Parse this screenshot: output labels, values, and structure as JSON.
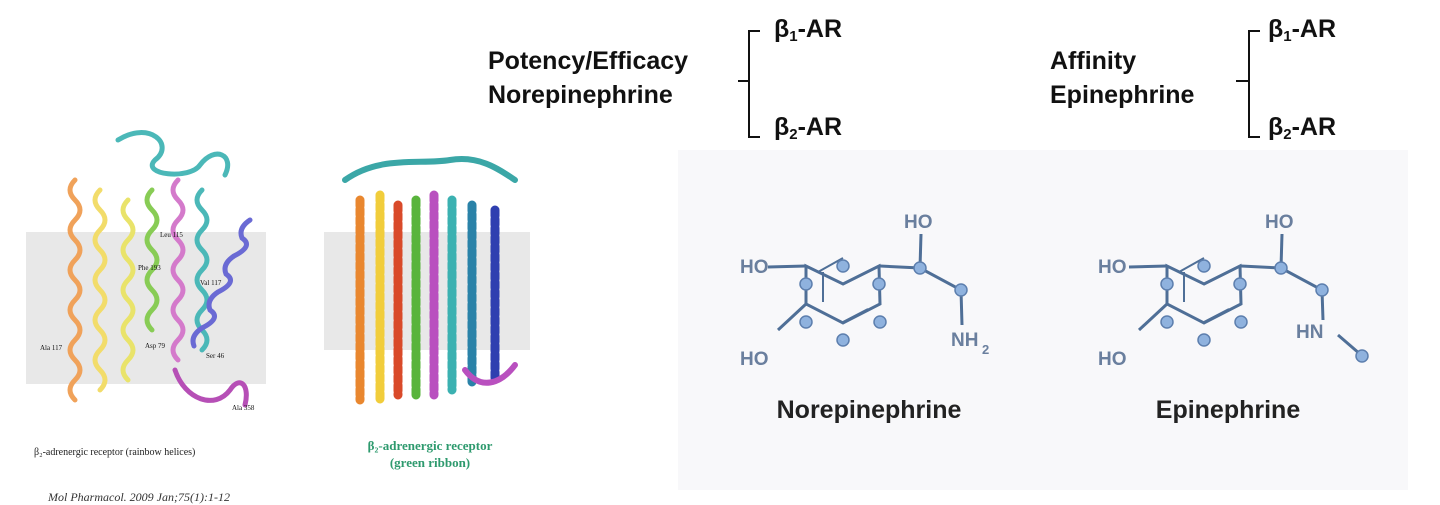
{
  "receptor_groups": [
    {
      "line1": "Potency/Efficacy",
      "line2": "Norepinephrine",
      "top": {
        "beta": "β",
        "sub": "1",
        "suffix": "-AR"
      },
      "bottom": {
        "beta": "β",
        "sub": "2",
        "suffix": "-AR"
      }
    },
    {
      "line1": "Affinity",
      "line2": "Epinephrine",
      "top": {
        "beta": "β",
        "sub": "1",
        "suffix": "-AR"
      },
      "bottom": {
        "beta": "β",
        "sub": "2",
        "suffix": "-AR"
      }
    }
  ],
  "structures": {
    "left_caption": "β₂-adrenergic receptor (rainbow helices)",
    "right_caption_line1": "β₂-adrenergic receptor",
    "right_caption_line2": "(green ribbon)",
    "residue_labels": [
      "Leu 115",
      "Phe 193",
      "Val 117",
      "Ala 117",
      "Asp 79",
      "Ser 46",
      "Ala 358"
    ],
    "citation": "Mol Pharmacol. 2009 Jan;75(1):1-12"
  },
  "molecules": [
    {
      "name": "Norepinephrine",
      "labels": {
        "ho_top": "HO",
        "ho_ring_top": "HO",
        "ho_ring_bottom": "HO",
        "amine": "NH",
        "amine_sub": "2"
      }
    },
    {
      "name": "Epinephrine",
      "labels": {
        "ho_top": "HO",
        "ho_ring_top": "HO",
        "ho_ring_bottom": "HO",
        "amine": "HN"
      }
    }
  ],
  "colors": {
    "atom": "#8fb2de",
    "bond": "#4f6f97",
    "text": "#222222",
    "highlight_band": "#e6e6e6"
  }
}
